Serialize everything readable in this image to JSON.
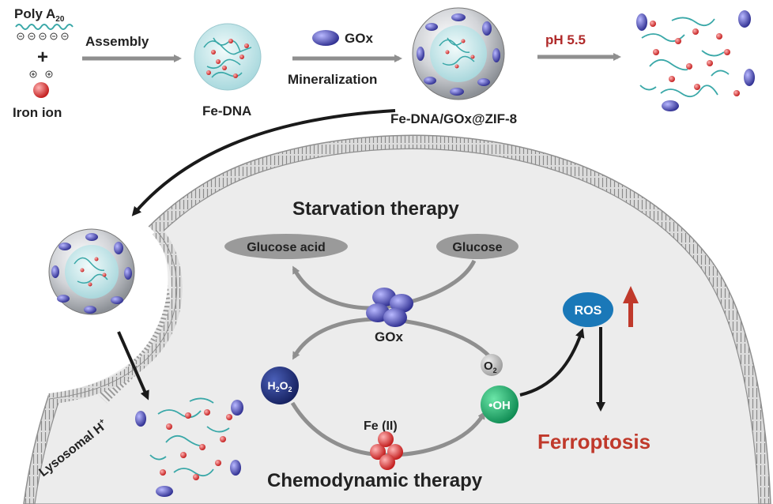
{
  "labels": {
    "poly_a_prefix": "Poly A",
    "poly_a_sub": "20",
    "plus": "+",
    "iron_ion": "Iron ion",
    "assembly": "Assembly",
    "fe_dna": "Fe-DNA",
    "gox_legend": "GOx",
    "mineralization": "Mineralization",
    "fe_dna_gox_zif8": "Fe-DNA/GOx@ZIF-8",
    "ph": "pH 5.5",
    "lysosomal_prefix": "Lysosomal H",
    "lysosomal_sup": "+",
    "starvation_therapy": "Starvation therapy",
    "glucose_acid": "Glucose acid",
    "glucose": "Glucose",
    "gox": "GOx",
    "o2_prefix": "O",
    "o2_sub": "2",
    "h2o2_h": "H",
    "h2o2_sub1": "2",
    "h2o2_o": "O",
    "h2o2_sub2": "2",
    "fe_ii": "Fe (II)",
    "oh": "•OH",
    "ros": "ROS",
    "ferroptosis": "Ferroptosis",
    "chemodynamic_therapy": "Chemodynamic therapy"
  },
  "colors": {
    "text_dark": "#222222",
    "accent_red": "#c0392b",
    "ph_red": "#b02a2a",
    "dna_teal": "#3aa8a8",
    "gox_blue": "#3a3a9e",
    "iron_red": "#d93a3a",
    "h2o2_navy": "#1f2f7a",
    "oh_green": "#1faa6a",
    "ros_blue": "#1a78b8",
    "pill_gray": "#9a9a9a",
    "membrane_gray": "#8f8f8f",
    "cell_fill": "#ededed"
  }
}
